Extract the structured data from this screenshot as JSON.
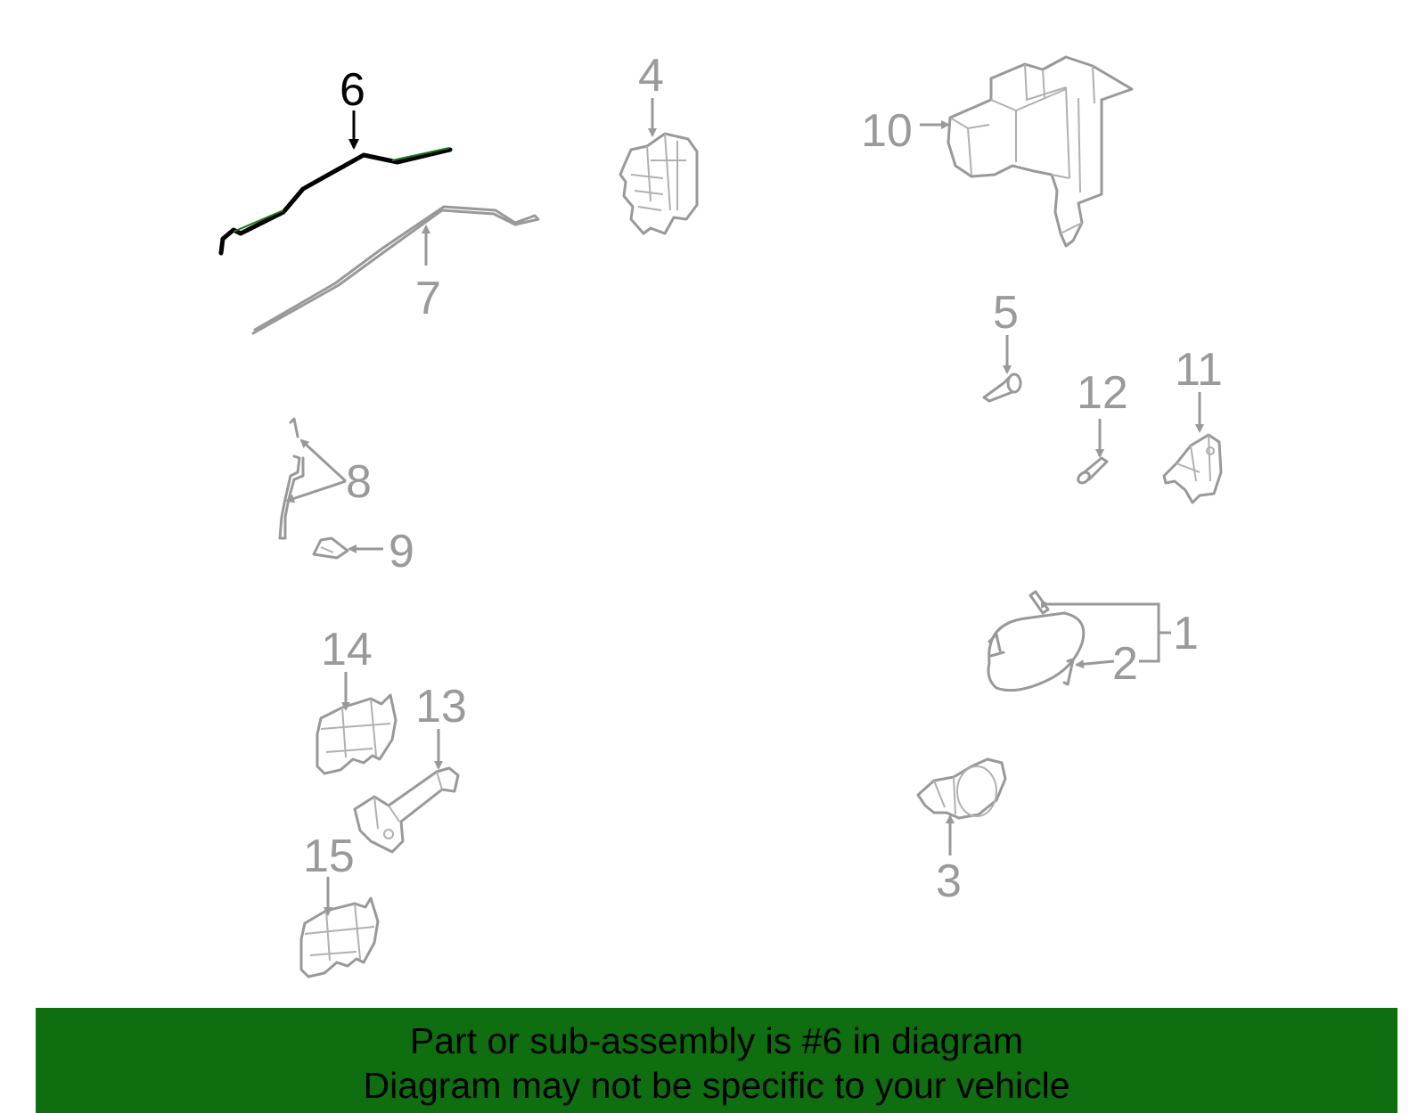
{
  "diagram": {
    "highlighted_part": "6",
    "colors": {
      "highlight_stroke": "#000000",
      "highlight_inner": "#1a7a1a",
      "parts": "#999999",
      "labels": "#9a9a9a",
      "banner_bg": "#0f6e0f",
      "banner_text": "#000000"
    },
    "callouts": [
      {
        "id": "1",
        "text": "1"
      },
      {
        "id": "2",
        "text": "2"
      },
      {
        "id": "3",
        "text": "3"
      },
      {
        "id": "4",
        "text": "4"
      },
      {
        "id": "5",
        "text": "5"
      },
      {
        "id": "6",
        "text": "6"
      },
      {
        "id": "7",
        "text": "7"
      },
      {
        "id": "8",
        "text": "8"
      },
      {
        "id": "9",
        "text": "9"
      },
      {
        "id": "10",
        "text": "10"
      },
      {
        "id": "11",
        "text": "11"
      },
      {
        "id": "12",
        "text": "12"
      },
      {
        "id": "13",
        "text": "13"
      },
      {
        "id": "14",
        "text": "14"
      },
      {
        "id": "15",
        "text": "15"
      }
    ]
  },
  "banner": {
    "line1": "Part or sub-assembly is #6 in diagram",
    "line2": "Diagram may not be specific to your vehicle"
  }
}
